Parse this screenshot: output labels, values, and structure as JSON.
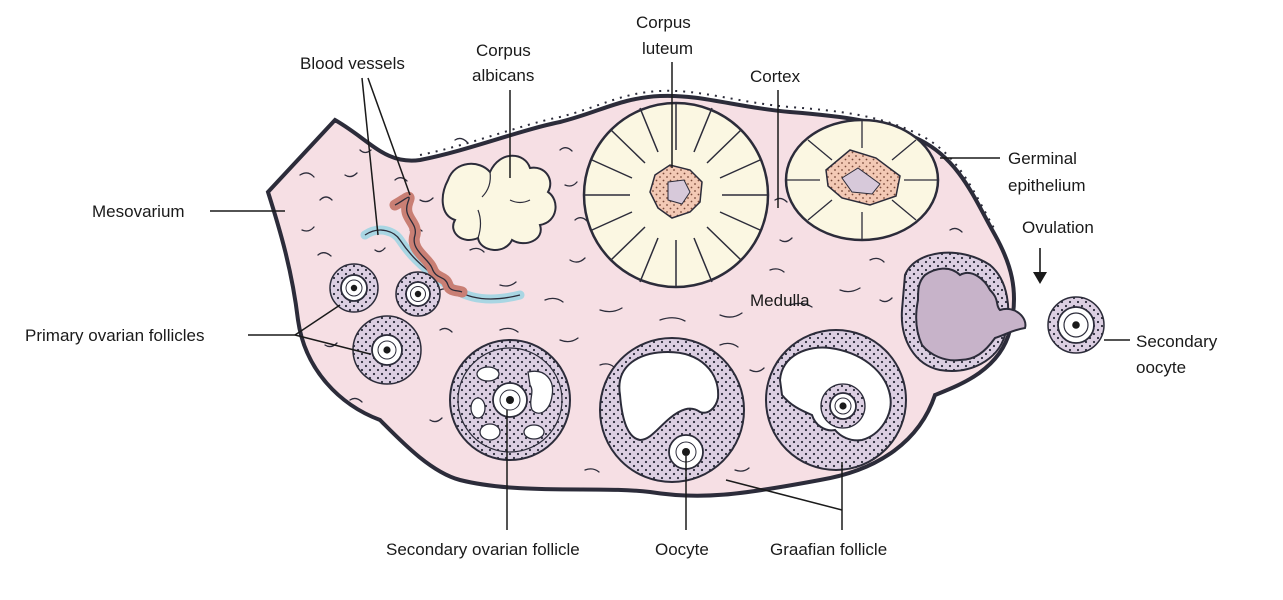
{
  "colors": {
    "ovary_fill": "#f6dfe4",
    "outline": "#2c2c3a",
    "follicle_fill": "#dccfe2",
    "corpus_fill": "#fbf7e2",
    "center_fill": "#d7c9da",
    "lumen_fill": "#c7b3c9",
    "artery": "#c97f74",
    "vein": "#a9d6e3"
  },
  "labels": {
    "blood_vessels": "Blood vessels",
    "corpus_albicans_1": "Corpus",
    "corpus_albicans_2": "albicans",
    "corpus_luteum_1": "Corpus",
    "corpus_luteum_2": "luteum",
    "cortex": "Cortex",
    "germinal_epithelium_1": "Germinal",
    "germinal_epithelium_2": "epithelium",
    "mesovarium": "Mesovarium",
    "ovulation": "Ovulation",
    "medulla": "Medulla",
    "primary_ovarian_follicles": "Primary ovarian follicles",
    "secondary_oocyte_1": "Secondary",
    "secondary_oocyte_2": "oocyte",
    "secondary_ovarian_follicle": "Secondary ovarian follicle",
    "oocyte": "Oocyte",
    "graafian_follicle": "Graafian follicle"
  }
}
